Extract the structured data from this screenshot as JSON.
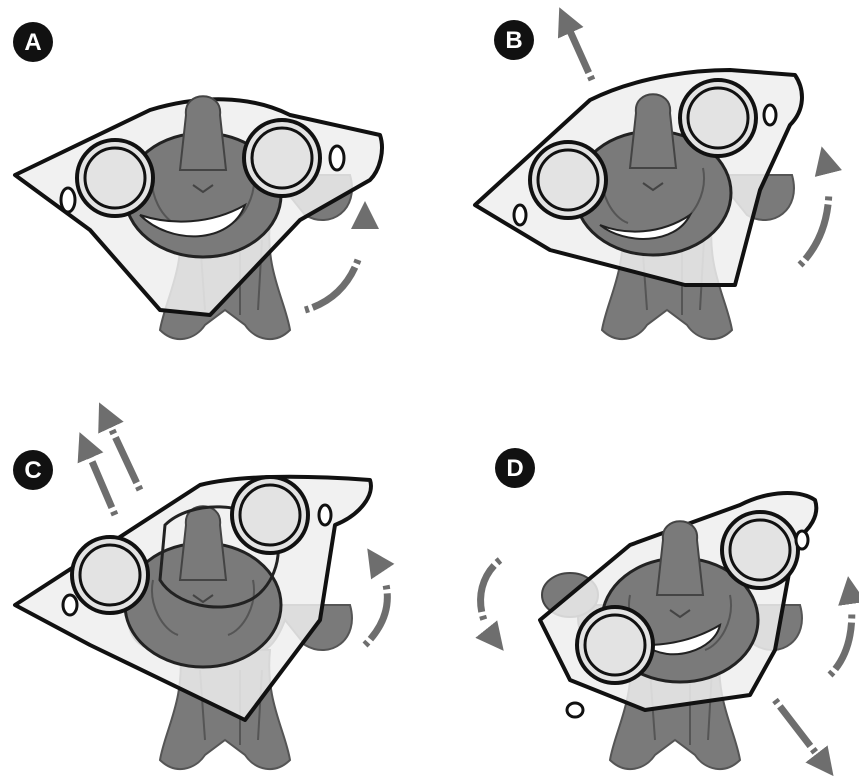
{
  "panels": [
    {
      "label": "A"
    },
    {
      "label": "B"
    },
    {
      "label": "C"
    },
    {
      "label": "D"
    }
  ],
  "colors": {
    "bone_dark": "#7a7a7a",
    "bone_light": "#d9d9d9",
    "atlas_fill": "#efefef",
    "outline": "#111111",
    "arrow": "#6e6e6e",
    "badge": "#111111"
  },
  "icons": {
    "rotation_arrow": "curved-arrow-icon",
    "translation_arrow": "straight-arrow-icon"
  }
}
